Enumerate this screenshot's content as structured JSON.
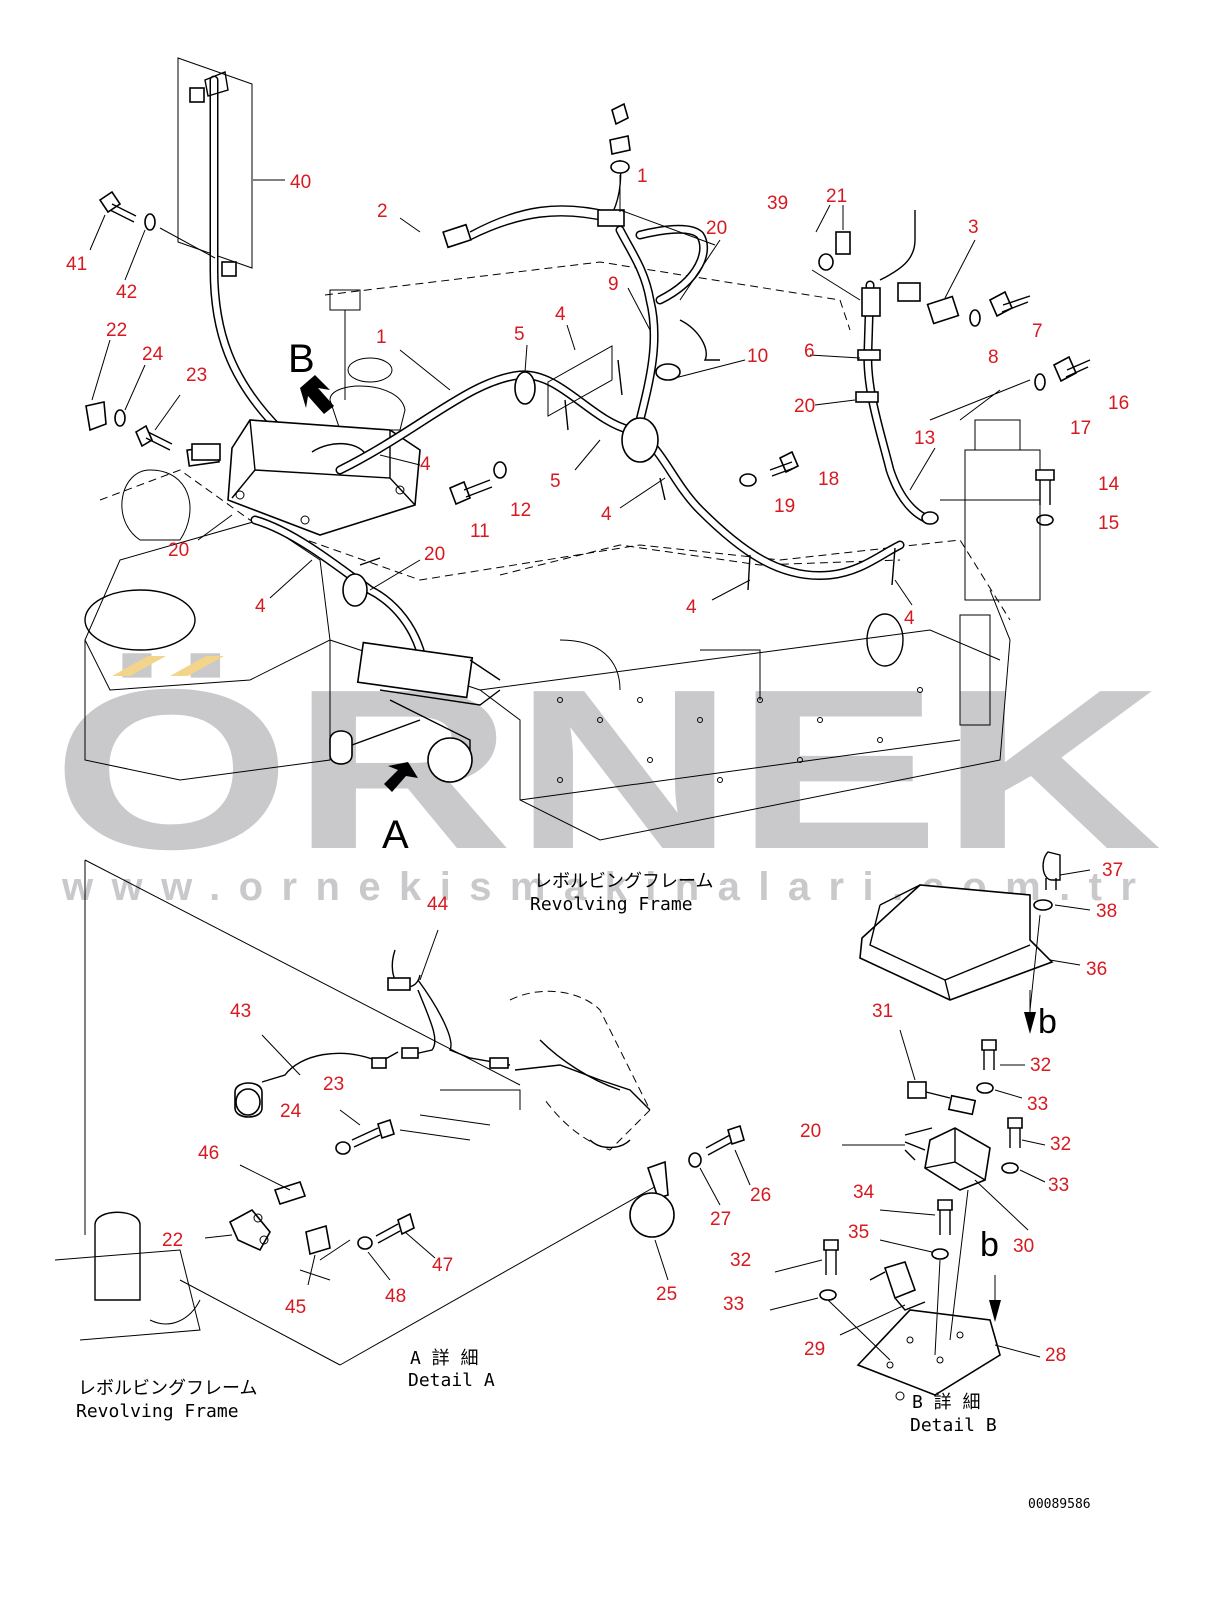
{
  "watermark": {
    "brand": "ÖRNEK",
    "url": "www.ornekismakinalari.com.tr",
    "color": "#c9c9cc",
    "accent": "#f2d48a"
  },
  "label_color": "#d71920",
  "frame_label_jp": "レボルビングフレーム",
  "frame_label_en": "Revolving Frame",
  "view_markers": {
    "a": "A",
    "b_arrow": "B",
    "b_small": "b"
  },
  "detail_a": {
    "jp": "A 詳 細",
    "en": "Detail A"
  },
  "detail_b": {
    "jp": "B 詳 細",
    "en": "Detail B"
  },
  "drawing_number": "00089586",
  "parts": {
    "p1": "1",
    "p2": "2",
    "p3": "3",
    "p4": "4",
    "p5": "5",
    "p6": "6",
    "p7": "7",
    "p8": "8",
    "p9": "9",
    "p10": "10",
    "p11": "11",
    "p12": "12",
    "p13": "13",
    "p14": "14",
    "p15": "15",
    "p16": "16",
    "p17": "17",
    "p18": "18",
    "p19": "19",
    "p20": "20",
    "p21": "21",
    "p22": "22",
    "p23": "23",
    "p24": "24",
    "p25": "25",
    "p26": "26",
    "p27": "27",
    "p28": "28",
    "p29": "29",
    "p30": "30",
    "p31": "31",
    "p32": "32",
    "p33": "33",
    "p34": "34",
    "p35": "35",
    "p36": "36",
    "p37": "37",
    "p38": "38",
    "p39": "39",
    "p40": "40",
    "p41": "41",
    "p42": "42",
    "p43": "43",
    "p44": "44",
    "p45": "45",
    "p46": "46",
    "p47": "47",
    "p48": "48"
  }
}
